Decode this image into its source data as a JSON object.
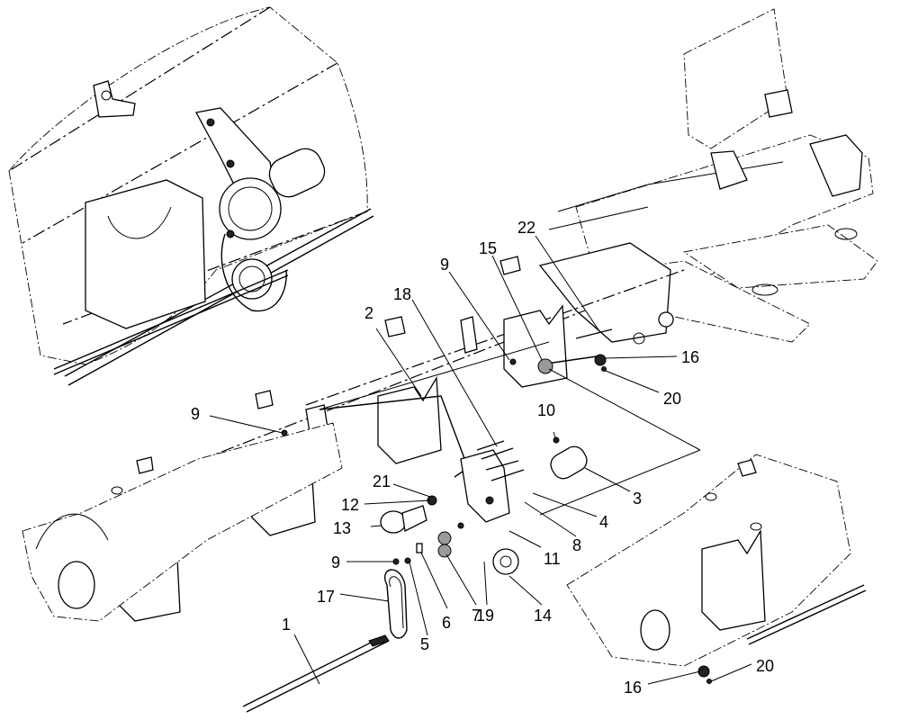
{
  "diagram": {
    "callouts": {
      "c1": "1",
      "c2": "2",
      "c3": "3",
      "c4": "4",
      "c5": "5",
      "c6": "6",
      "c7": "7",
      "c8": "8",
      "c9a": "9",
      "c9b": "9",
      "c9c": "9",
      "c10": "10",
      "c11": "11",
      "c12": "12",
      "c13": "13",
      "c14": "14",
      "c15": "15",
      "c16a": "16",
      "c16b": "16",
      "c17": "17",
      "c18": "18",
      "c19": "19",
      "c20a": "20",
      "c20b": "20",
      "c21": "21",
      "c22": "22"
    }
  }
}
